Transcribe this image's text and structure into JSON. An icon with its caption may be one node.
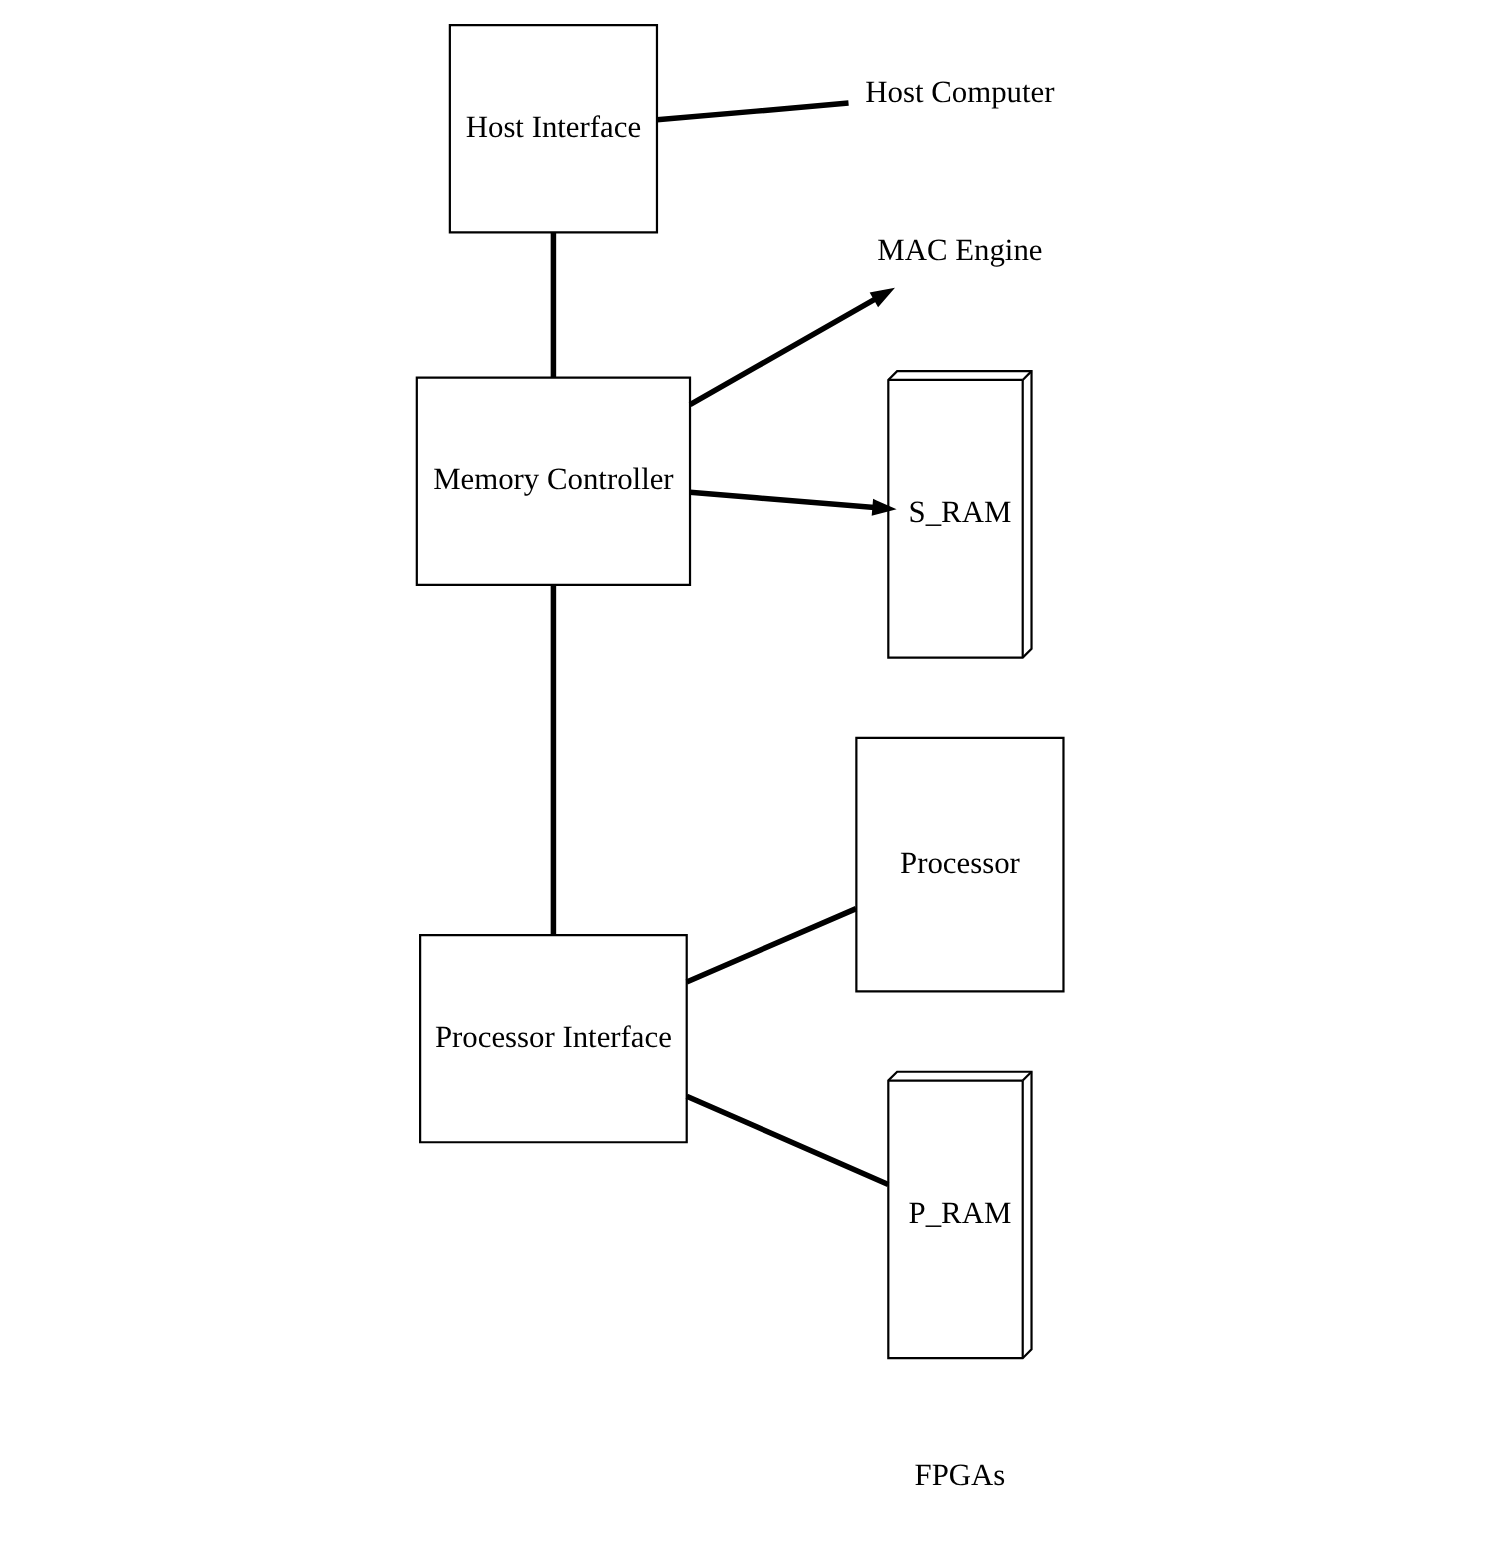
{
  "diagram": {
    "nodes": [
      {
        "text": [
          "Host Interface"
        ]
      },
      {
        "text": [
          "Memory Controller"
        ]
      },
      {
        "text": [
          "Processor Interface"
        ]
      },
      {
        "text": [
          "Host Computer"
        ]
      },
      {
        "text": [
          "MAC Engine"
        ]
      },
      {
        "text": [
          "S_RAM"
        ]
      },
      {
        "text": [
          "Processor"
        ]
      },
      {
        "text": [
          "P_RAM"
        ]
      }
    ],
    "edges": [
      {
        "from": 0,
        "to": 3,
        "arrow": "none"
      },
      {
        "from": 0,
        "to": 1,
        "arrow": "none"
      },
      {
        "from": 1,
        "to": 4,
        "arrow": "to"
      },
      {
        "from": 1,
        "to": 5,
        "arrow": "to"
      },
      {
        "from": 1,
        "to": 2,
        "arrow": "none"
      },
      {
        "from": 2,
        "to": 6,
        "arrow": "none"
      },
      {
        "from": 2,
        "to": 7,
        "arrow": "none"
      }
    ],
    "labels": [
      "FPGAs"
    ]
  }
}
